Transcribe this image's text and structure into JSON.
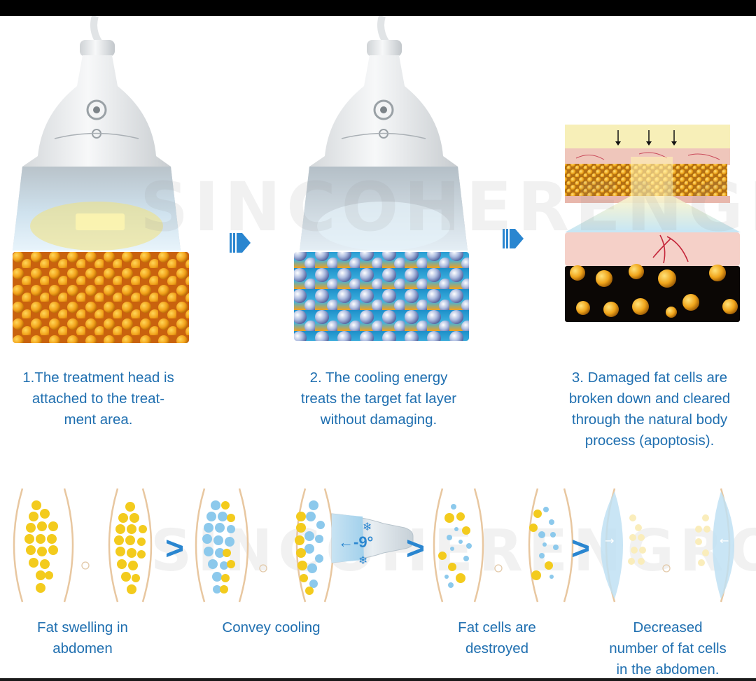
{
  "watermark": "SINCOHERENGROUP",
  "steps": [
    {
      "caption": "1.The treatment head is\nattached to the treat-\nment area."
    },
    {
      "caption": "2. The cooling energy\ntreats the target fat layer\nwithout damaging."
    },
    {
      "caption": "3. Damaged fat cells are\nbroken down and cleared\nthrough the natural body\nprocess (apoptosis)."
    }
  ],
  "process": {
    "temperature": "←-9°",
    "labels": [
      "Fat swelling in\nabdomen",
      "Convey cooling",
      "Fat cells are\ndestroyed",
      "Decreased\nnumber of fat cells\nin the abdomen."
    ]
  },
  "colors": {
    "caption_blue": "#1f6fb0",
    "arrow_blue": "#2a86d0",
    "fat_yellow": "#f3cb1d",
    "fat_orange": "#f2a21a",
    "cold_blue": "#8cc9ec",
    "skin_line": "#e8c7a0"
  }
}
